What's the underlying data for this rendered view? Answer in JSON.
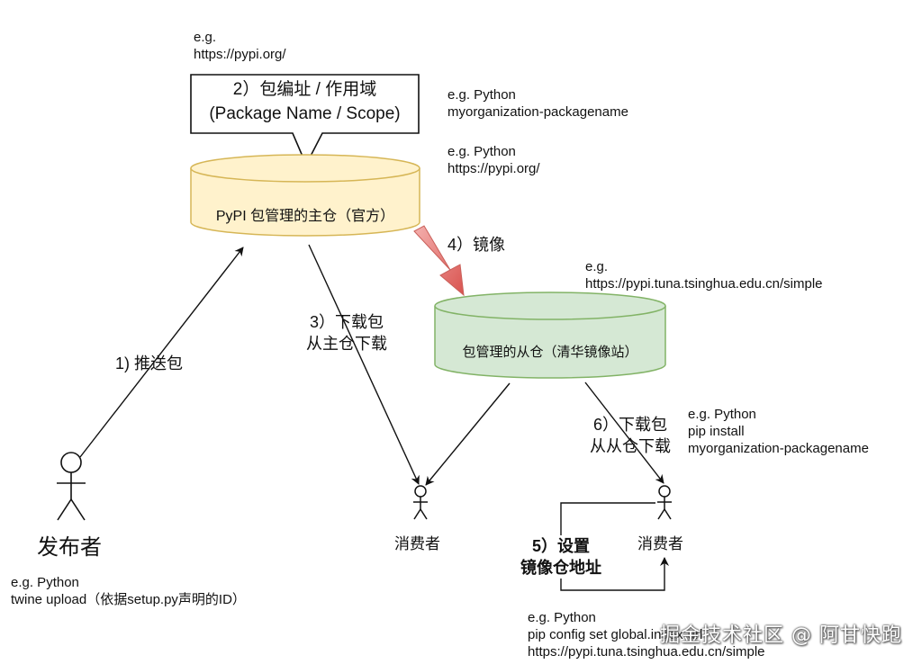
{
  "callout": {
    "line1": "2）包编址 / 作用域",
    "line2": "(Package Name / Scope)"
  },
  "repos": {
    "main": "PyPI 包管理的主仓（官方）",
    "mirror": "包管理的从仓（清华镜像站）"
  },
  "actors": {
    "publisher": "发布者",
    "consumer_main": "消费者",
    "consumer_mirror": "消费者"
  },
  "steps": {
    "push": "1) 推送包",
    "download_main": [
      "3）下载包",
      "从主仓下载"
    ],
    "mirror": "4）镜像",
    "set_mirror": [
      "5）设置",
      "镜像仓地址"
    ],
    "download_mirror": [
      "6）下载包",
      "从从仓下载"
    ]
  },
  "notes": {
    "scope_url": [
      "e.g.",
      "https://pypi.org/"
    ],
    "package_name": [
      "e.g. Python",
      "myorganization-packagename"
    ],
    "main_repo_url": [
      "e.g. Python",
      "https://pypi.org/"
    ],
    "mirror_url": [
      "e.g.",
      "https://pypi.tuna.tsinghua.edu.cn/simple"
    ],
    "pip_install": [
      "e.g. Python",
      "pip install",
      "myorganization-packagename"
    ],
    "twine": [
      "e.g. Python",
      "twine upload（依据setup.py声明的ID）"
    ],
    "pip_config": [
      "e.g. Python",
      "pip config set global.index-url",
      "https://pypi.tuna.tsinghua.edu.cn/simple"
    ]
  },
  "watermark": "掘金技术社区 @ 阿甘快跑",
  "colors": {
    "main_repo_fill": "#FFF2CC",
    "main_repo_stroke": "#D6B656",
    "mirror_repo_fill": "#D5E8D4",
    "mirror_repo_stroke": "#82B366",
    "mirror_arrow": "#E57373"
  }
}
